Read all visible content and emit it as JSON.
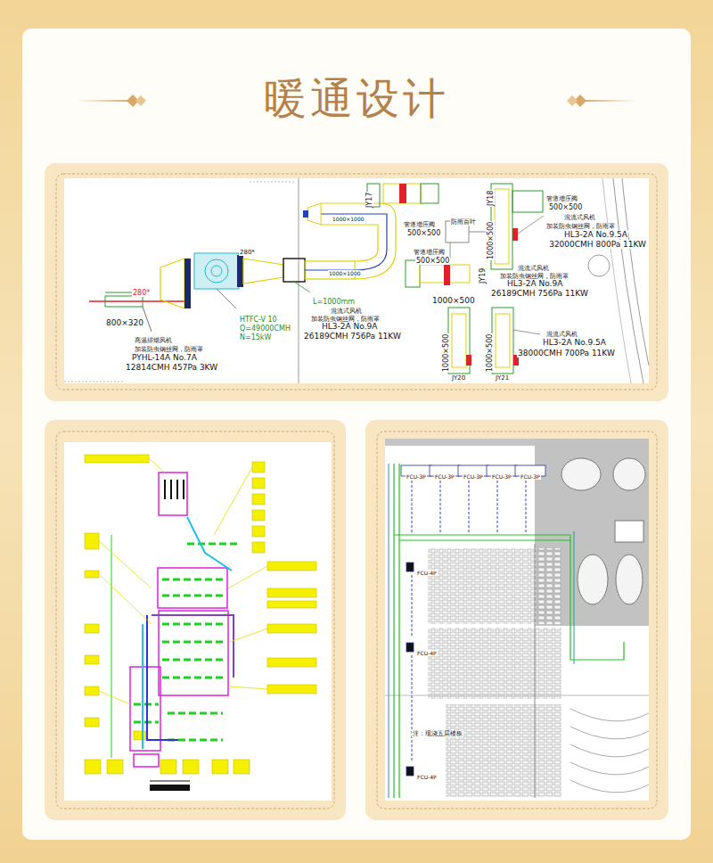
{
  "diagram": {
    "title": "暖通设计",
    "labels": [
      "800×320",
      "280*",
      "高温排烟风机",
      "加装防虫钢丝网，防雨罩",
      "PYHL-14A No.7A",
      "12814CMH 457Pa 3KW",
      "280*",
      "HTFC-V 10",
      "Q=49000CMH",
      "N=15kW",
      "L=1000mm",
      "混流式风机",
      "加装防虫钢丝网，防雨罩",
      "HL3-2A No.9A",
      "26189CMH 756Pa 11KW",
      "JY17",
      "管道增压阀",
      "500×500",
      "防雨百叶",
      "管道增压阀",
      "500×500",
      "1000×500",
      "JY19",
      "混流式风机",
      "加装防虫钢丝网，防雨罩",
      "HL3-2A No.9A",
      "26189CMH 756Pa 11KW",
      "JY18",
      "1000×500",
      "管道增压阀",
      "500×500",
      "混流式风机",
      "加装防虫钢丝网，防雨罩",
      "HL3-2A No.9.5A",
      "32000CMH 800Pa 11KW",
      "1000×500",
      "1000×500",
      "JY20",
      "JY21",
      "混流式风机",
      "HL3-2A No.9.5A",
      "38000CMH 700Pa 11KW",
      "1000×1000",
      "1000×1000",
      "FCU-3P",
      "FCU-3P",
      "FCU-3P",
      "FCU-3P",
      "FCU-3P",
      "FCU-4P",
      "FCU-4P",
      "FCU-4P",
      "注：现浇五层楼板"
    ]
  }
}
